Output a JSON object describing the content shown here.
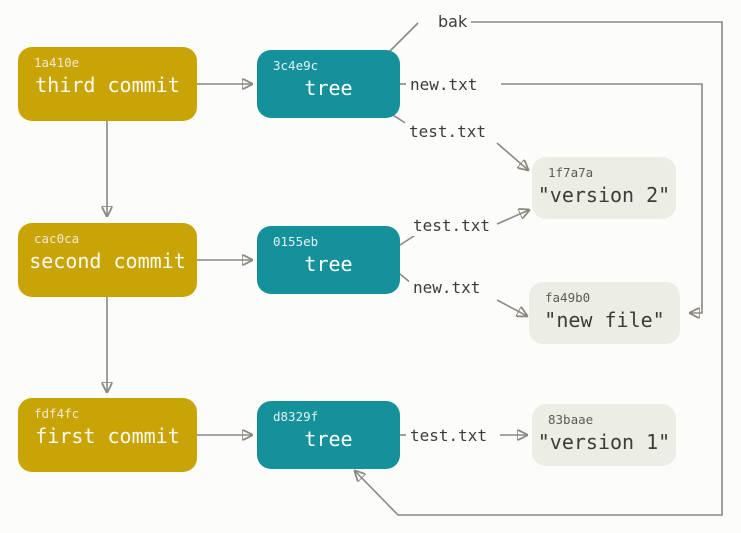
{
  "diagram": {
    "title": "git-object-model",
    "background_color": "#fcfcfa",
    "colors": {
      "commit": "#c9a406",
      "tree": "#15919b",
      "blob": "#ecede5",
      "wire": "#8c8880",
      "commit_text": "#fdfbf2",
      "blob_text": "#3c3c38"
    }
  },
  "commits": [
    {
      "hash": "1a410e",
      "label": "third commit"
    },
    {
      "hash": "cac0ca",
      "label": "second commit"
    },
    {
      "hash": "fdf4fc",
      "label": "first commit"
    }
  ],
  "trees": [
    {
      "hash": "3c4e9c",
      "label": "tree"
    },
    {
      "hash": "0155eb",
      "label": "tree"
    },
    {
      "hash": "d8329f",
      "label": "tree"
    }
  ],
  "blobs": [
    {
      "hash": "1f7a7a",
      "label": "\"version 2\""
    },
    {
      "hash": "fa49b0",
      "label": "\"new file\""
    },
    {
      "hash": "83baae",
      "label": "\"version 1\""
    }
  ],
  "edge_labels": {
    "bak": "bak",
    "third_new": "new.txt",
    "third_test": "test.txt",
    "second_test": "test.txt",
    "second_new": "new.txt",
    "first_test": "test.txt"
  }
}
